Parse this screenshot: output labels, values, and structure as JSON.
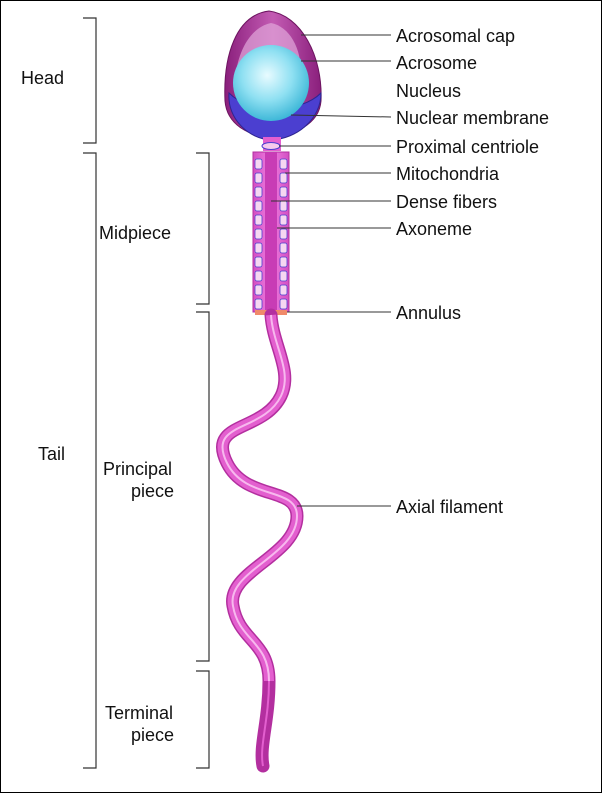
{
  "labels": {
    "acrosomal_cap": "Acrosomal cap",
    "acrosome": "Acrosome",
    "nucleus": "Nucleus",
    "nuclear_membrane": "Nuclear membrane",
    "proximal_centriole": "Proximal centriole",
    "mitochondria": "Mitochondria",
    "dense_fibers": "Dense fibers",
    "axoneme": "Axoneme",
    "annulus": "Annulus",
    "axial_filament": "Axial filament"
  },
  "regions": {
    "head": "Head",
    "tail": "Tail",
    "midpiece": "Midpiece",
    "principal_line1": "Principal",
    "principal_line2": "piece",
    "terminal_line1": "Terminal",
    "terminal_line2": "piece"
  },
  "colors": {
    "acrosome_cap": "#9b2a8a",
    "nuclear_membrane": "#4b3fd0",
    "nucleus": "#7fdcef",
    "tail": "#e35fcf",
    "tail_edge": "#b32f9f",
    "annulus": "#f08a6a"
  }
}
